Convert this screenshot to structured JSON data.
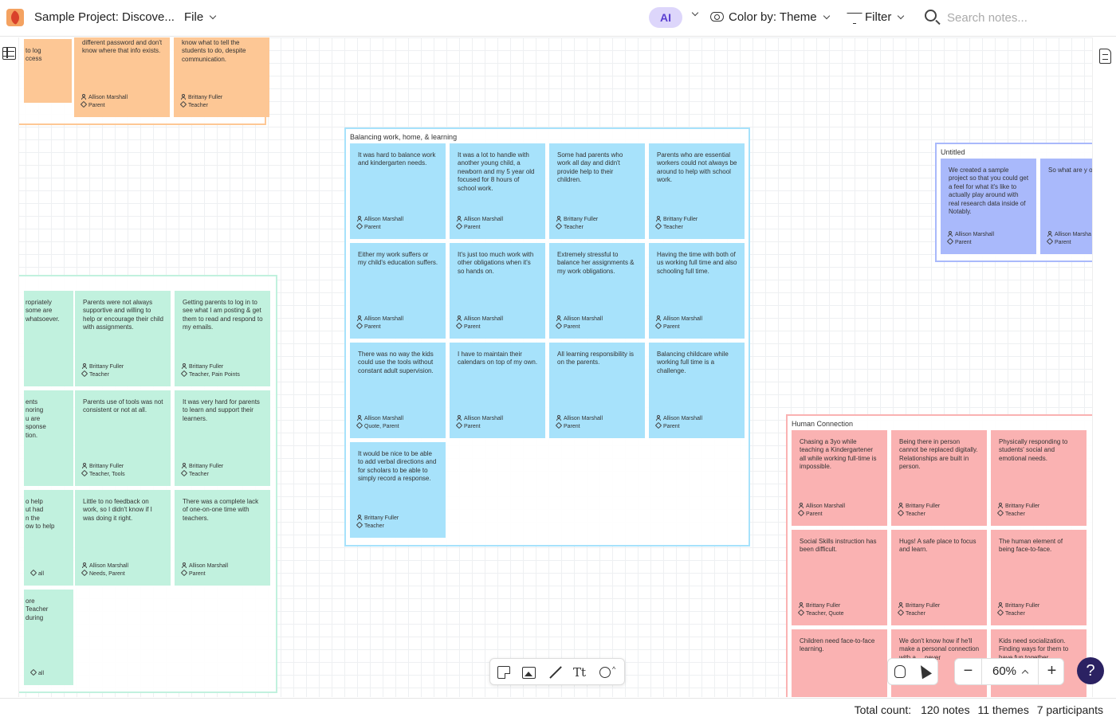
{
  "header": {
    "project_title": "Sample Project: Discove...",
    "file_label": "File",
    "ai_label": "AI",
    "color_by_label": "Color by: Theme",
    "filter_label": "Filter",
    "search_placeholder": "Search notes..."
  },
  "colors": {
    "orange": "#fdc795",
    "blue": "#a7e2fb",
    "green": "#c1f1de",
    "lavender": "#a9b9fb",
    "pink": "#fab2b2",
    "ai_accent": "#5a3fd1",
    "help_button": "#2b2262"
  },
  "orange_theme": {
    "notes": [
      {
        "text": "to log\nccess",
        "name": "",
        "tags": ""
      },
      {
        "text": "different password and don't know where that info exists.",
        "name": "Allison Marshall",
        "tags": "Parent"
      },
      {
        "text": "know what to tell the students to do, despite communication.",
        "name": "Brittany Fuller",
        "tags": "Teacher"
      }
    ]
  },
  "balancing_theme": {
    "title": "Balancing work, home, & learning",
    "notes": [
      {
        "text": "It was hard to balance work and kindergarten needs.",
        "name": "Allison Marshall",
        "tags": "Parent"
      },
      {
        "text": "It was a lot to handle with another young child, a newborn and my 5 year old focused for 8 hours of school work.",
        "name": "Allison Marshall",
        "tags": "Parent"
      },
      {
        "text": "Some had parents who work all day and didn't provide help to their children.",
        "name": "Brittany Fuller",
        "tags": "Teacher"
      },
      {
        "text": "Parents who are essential workers could not always be around to help with school work.",
        "name": "Brittany Fuller",
        "tags": "Teacher"
      },
      {
        "text": "Either my work suffers or my child's education suffers.",
        "name": "Allison Marshall",
        "tags": "Parent"
      },
      {
        "text": "It's just too much work with other obligations when it's so hands on.",
        "name": "Allison Marshall",
        "tags": "Parent"
      },
      {
        "text": "Extremely stressful to balance her assignments & my work obligations.",
        "name": "Allison Marshall",
        "tags": "Parent"
      },
      {
        "text": "Having the time with both of us working full time and also schooling full time.",
        "name": "Allison Marshall",
        "tags": "Parent"
      },
      {
        "text": "There was no way the kids could use the tools without constant adult supervision.",
        "name": "Allison Marshall",
        "tags": "Quote, Parent"
      },
      {
        "text": "I have to maintain their calendars on top of my own.",
        "name": "Allison Marshall",
        "tags": "Parent"
      },
      {
        "text": "All learning responsibility is on the parents.",
        "name": "Allison Marshall",
        "tags": "Parent"
      },
      {
        "text": "Balancing childcare while working full time is a challenge.",
        "name": "Allison Marshall",
        "tags": "Parent"
      },
      {
        "text": "It would be nice to be able to add verbal directions and for scholars to be able to simply record a response.",
        "name": "Brittany Fuller",
        "tags": "Teacher"
      }
    ]
  },
  "untitled_theme": {
    "title": "Untitled",
    "notes": [
      {
        "text": "We created a sample project so that you could get a feel for what it's like to actually play around with real research data inside of Notably.",
        "name": "Allison Marshall",
        "tags": "Parent"
      },
      {
        "text": "So what are y out to learn?",
        "name": "Allison Marsha",
        "tags": "Parent"
      }
    ]
  },
  "green_theme": {
    "notes": [
      {
        "text": "ropriately\nsome are\nwhatsoever.",
        "name": "",
        "tags": ""
      },
      {
        "text": "Parents were not always supportive and willing to help or encourage their child with assignments.",
        "name": "Brittany Fuller",
        "tags": "Teacher"
      },
      {
        "text": "Getting parents to log in to see what I am posting & get them to read and respond to my emails.",
        "name": "Brittany Fuller",
        "tags": "Teacher, Pain Points"
      },
      {
        "text": "ents\nnoring\nu are\nsponse\ntion.",
        "name": "",
        "tags": ""
      },
      {
        "text": "Parents use of tools was not consistent or not at all.",
        "name": "Brittany Fuller",
        "tags": "Teacher, Tools"
      },
      {
        "text": "It was very hard for parents to learn and support their learners.",
        "name": "Brittany Fuller",
        "tags": "Teacher"
      },
      {
        "text": "o help\nut had\nn the\now to help",
        "name": "",
        "tags": "all"
      },
      {
        "text": "Little to no feedback on work, so I didn't know if I was doing it right.",
        "name": "Allison Marshall",
        "tags": "Needs, Parent"
      },
      {
        "text": "There was a complete lack of one-on-one time with teachers.",
        "name": "Allison Marshall",
        "tags": "Parent"
      },
      {
        "text": "ore\n Teacher\n during",
        "name": "",
        "tags": "all"
      }
    ]
  },
  "human_theme": {
    "title": "Human Connection",
    "notes": [
      {
        "text": "Chasing a 3yo while teaching a Kindergartener all while working full-time is impossible.",
        "name": "Allison Marshall",
        "tags": "Parent"
      },
      {
        "text": "Being there in person cannot be replaced digitally. Relationships are built in person.",
        "name": "Brittany Fuller",
        "tags": "Teacher"
      },
      {
        "text": "Physically responding to students' social and emotional needs.",
        "name": "Brittany Fuller",
        "tags": "Teacher"
      },
      {
        "text": "Social Skills instruction has been difficult.",
        "name": "Brittany Fuller",
        "tags": "Teacher, Quote"
      },
      {
        "text": "Hugs! A safe place to focus and learn.",
        "name": "Brittany Fuller",
        "tags": "Teacher"
      },
      {
        "text": "The human element of being face-to-face.",
        "name": "Brittany Fuller",
        "tags": "Teacher"
      },
      {
        "text": "Children need face-to-face learning.",
        "name": "",
        "tags": ""
      },
      {
        "text": "We don't know how if he'll make a personal connection with a ... never",
        "name": "",
        "tags": ""
      },
      {
        "text": "Kids need socialization. Finding ways for them to have fun together",
        "name": "",
        "tags": ""
      }
    ]
  },
  "toolbar": {
    "text_tool_glyph": "Tt"
  },
  "zoom": {
    "minus": "−",
    "level": "60%",
    "plus": "+"
  },
  "help": {
    "label": "?"
  },
  "status": {
    "total_label": "Total count:",
    "notes": "120 notes",
    "themes": "11 themes",
    "participants": "7 participants"
  }
}
